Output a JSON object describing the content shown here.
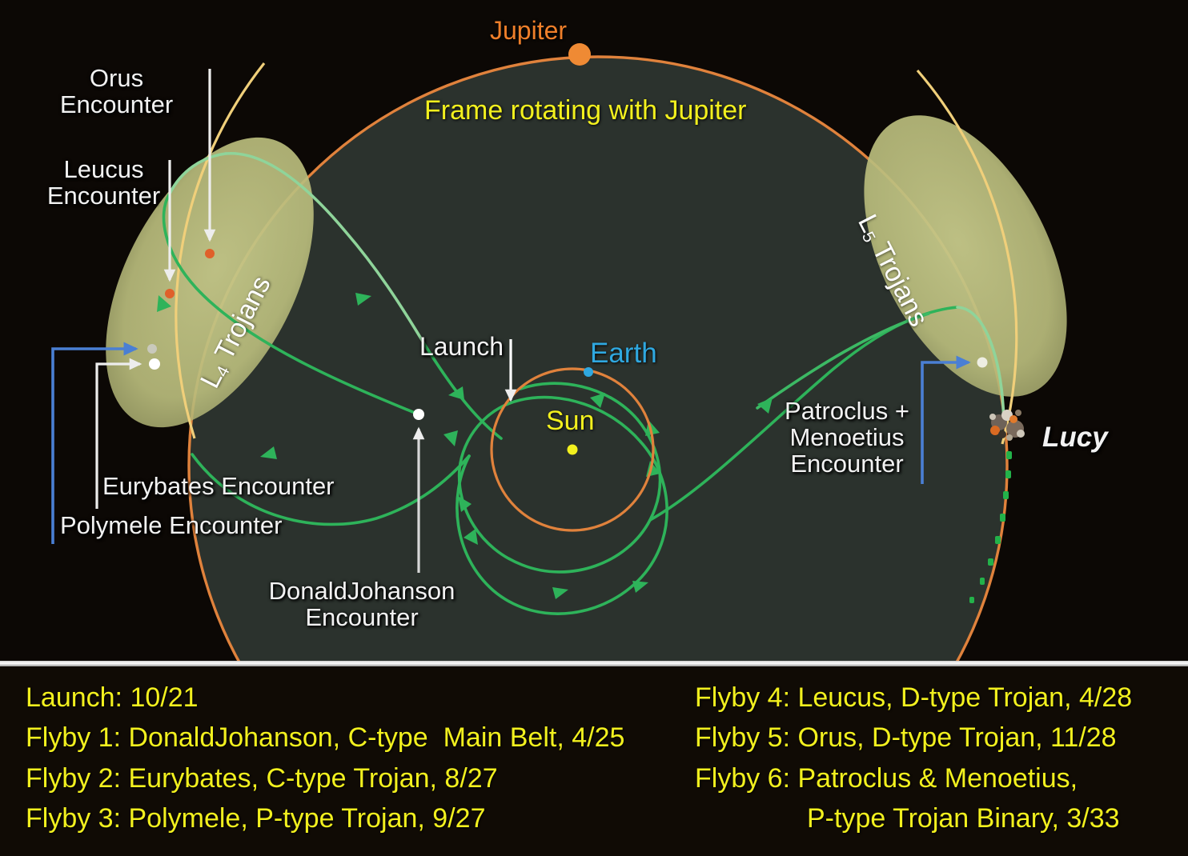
{
  "diagram": {
    "title_frame": "Frame rotating with Jupiter",
    "bodies": {
      "jupiter": "Jupiter",
      "sun": "Sun",
      "earth": "Earth",
      "spacecraft": "Lucy"
    },
    "swarms": {
      "l4_prefix": "L",
      "l4_sub": "4",
      "l4_suffix": " Trojans",
      "l5_prefix": "L",
      "l5_sub": "5",
      "l5_suffix": " Trojans"
    },
    "callouts": {
      "orus": "Orus\nEncounter",
      "leucus": "Leucus\nEncounter",
      "eurybates": "Eurybates Encounter",
      "polymele": "Polymele Encounter",
      "donaldjohanson": "DonaldJohanson\nEncounter",
      "launch": "Launch",
      "patroclus": "Patroclus +\nMenoetius\nEncounter"
    },
    "colors": {
      "jupiter_orbit": "#e0823c",
      "earth_orbit": "#e0823c",
      "trajectory": "#2eb35a",
      "trojan_swarm": "#bcbf7e",
      "swarm_arc": "#f0cf7a",
      "sun": "#f2f01e",
      "earth": "#2fa8e0",
      "encounter_marker": "#e0602a",
      "leader_white": "#ededed",
      "leader_blue": "#4a7fd4",
      "legend_text": "#f2f01e",
      "inner_disk": "#2b322d",
      "outer_space": "#0c0805"
    }
  },
  "legend": {
    "left": [
      "Launch: 10/21",
      "Flyby 1: DonaldJohanson, C-type  Main Belt, 4/25",
      "Flyby 2: Eurybates, C-type Trojan, 8/27",
      "Flyby 3: Polymele, P-type Trojan, 9/27"
    ],
    "right": [
      "Flyby 4: Leucus, D-type Trojan, 4/28",
      "Flyby 5: Orus, D-type Trojan, 11/28",
      "Flyby 6: Patroclus & Menoetius,",
      "P-type Trojan Binary, 3/33"
    ]
  }
}
